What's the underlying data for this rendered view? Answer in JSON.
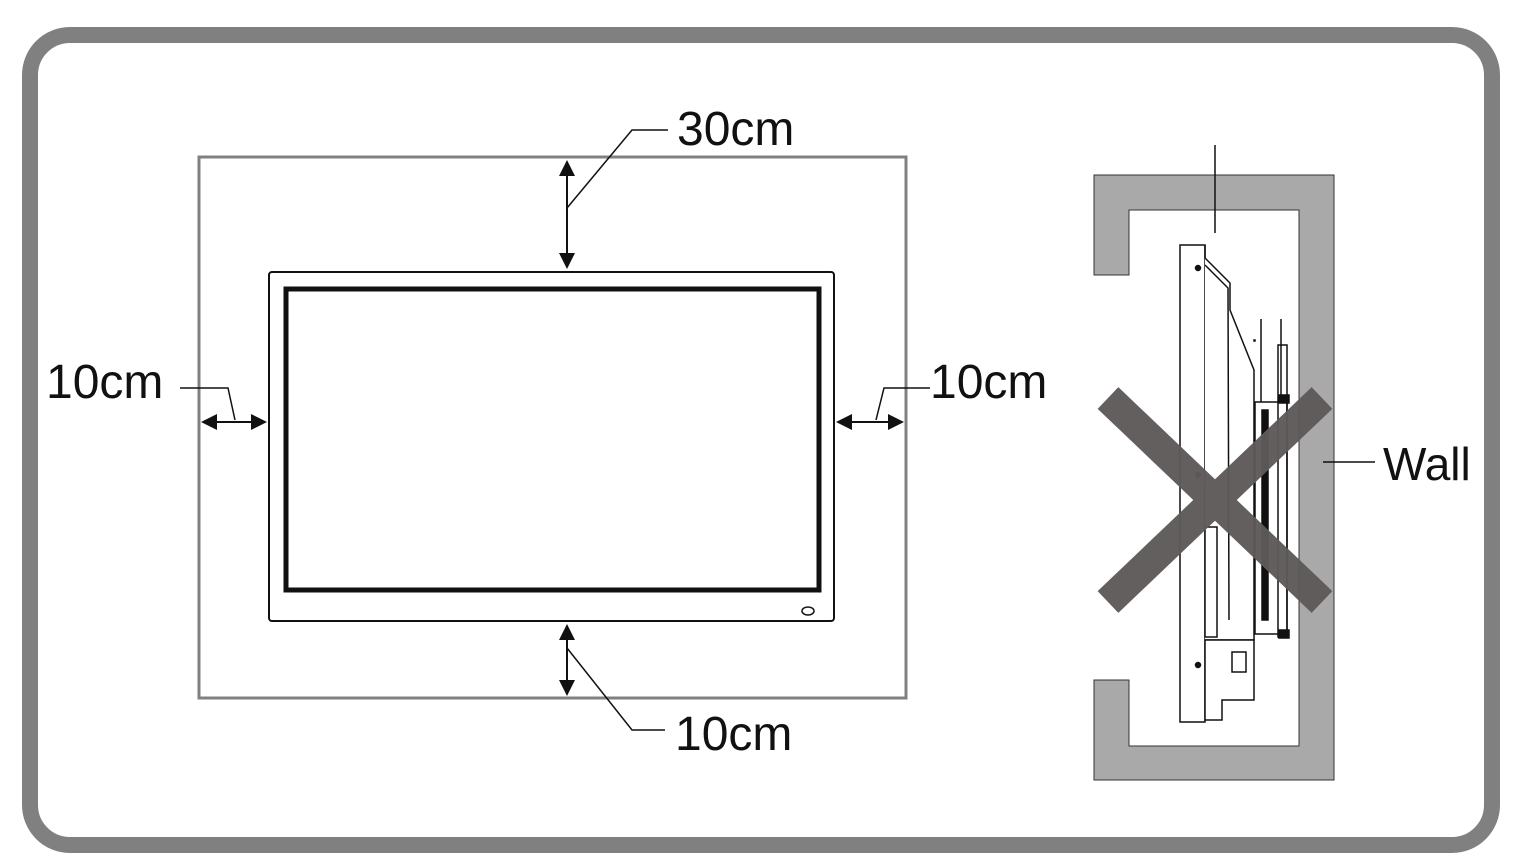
{
  "clearances": {
    "top": "30cm",
    "left": "10cm",
    "right": "10cm",
    "bottom": "10cm"
  },
  "wall_label": "Wall",
  "colors": {
    "frame": "#808080",
    "wall": "#a9a9a9",
    "cross": "#5e5a5a",
    "line": "#111111"
  }
}
